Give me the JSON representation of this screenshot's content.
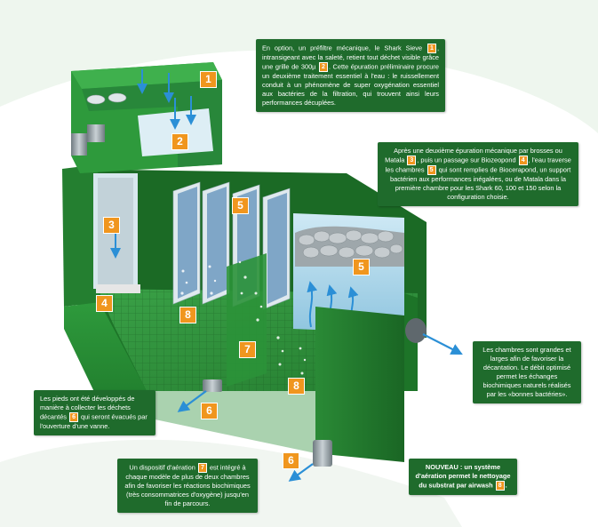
{
  "colors": {
    "tank_green": "#2f8f3a",
    "tank_dark": "#1e6b28",
    "note_bg": "#1f6b2c",
    "badge_orange": "#f0961e",
    "water_arrow": "#2b8fd6"
  },
  "note_prefilter": {
    "p1": "En option, un préfiltre mécanique, le Shark Sieve",
    "n1": "1",
    "p2": ", intransigeant avec la saleté, retient tout déchet visible grâce une grille de 300µ",
    "n2": "2",
    "p3": ". Cette épuration préliminaire procure un deuxième traitement essentiel à l'eau : le ruissellement conduit à un phénomène de super oxygénation essentiel aux bactéries de la filtration, qui trouvent ainsi leurs performances décuplées."
  },
  "note_biozeo": {
    "p1": "Après une deuxième épuration mécanique par brosses ou Matala",
    "n3": "3",
    "p2": ", puis un passage sur Biozeopond",
    "n4": "4",
    "p3": ", l'eau traverse les chambres",
    "n5": "5",
    "p4": "qui sont remplies de Biocerapond, un support bactérien aux performances inégalées, ou de Matala dans la première chambre pour les Shark 60, 100 et 150 selon la configuration choisie."
  },
  "note_chambers": {
    "text": "Les chambres sont grandes et larges afin de favoriser la décantation. Le débit optimisé permet les échanges biochimiques naturels réalisés par les «bonnes bactéries»."
  },
  "note_feet": {
    "p1": "Les pieds ont été développés de manière à collecter les déchets décantés",
    "n6": "6",
    "p2": "qui seront évacués par l'ouverture d'une vanne."
  },
  "note_aeration": {
    "p1": "Un dispositif d'aération",
    "n7": "7",
    "p2": "est intégré à chaque modèle de plus de deux chambres afin de favoriser les réactions biochimiques (très consommatrices d'oxygène) jusqu'en fin de parcours."
  },
  "note_airwash": {
    "bold": "NOUVEAU",
    "p1": ": un système d'aération permet le nettoyage du substrat par airwash",
    "n8": "8",
    "p2": "."
  },
  "badges": {
    "b1": "1",
    "b2": "2",
    "b3": "3",
    "b4": "4",
    "b5a": "5",
    "b5b": "5",
    "b6a": "6",
    "b6b": "6",
    "b7": "7",
    "b8a": "8",
    "b8b": "8"
  }
}
